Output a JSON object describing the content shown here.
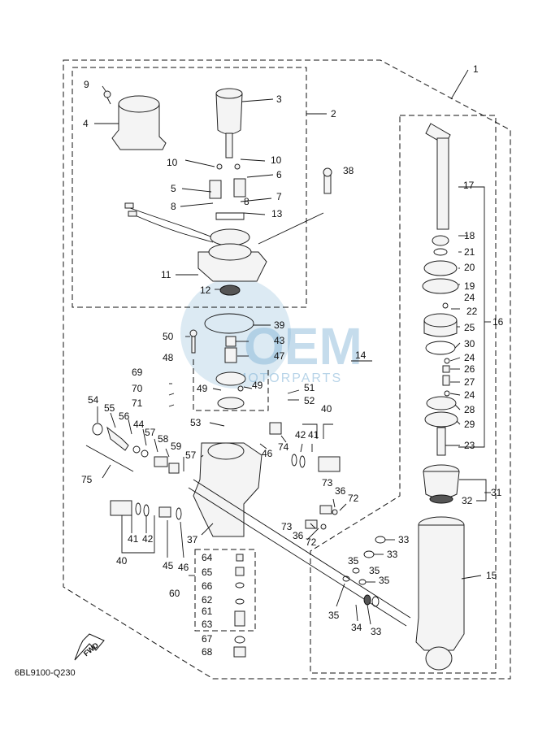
{
  "diagram": {
    "code": "6BL9100-Q230",
    "direction_label": "FWD",
    "watermark": {
      "main": "OEM",
      "sub": "MOTORPARTS"
    },
    "labels": {
      "l1": "1",
      "l2": "2",
      "l3": "3",
      "l4": "4",
      "l5": "5",
      "l6": "6",
      "l7": "7",
      "l8a": "8",
      "l8b": "8",
      "l9": "9",
      "l10a": "10",
      "l10b": "10",
      "l11": "11",
      "l12": "12",
      "l13": "13",
      "l14": "14",
      "l15": "15",
      "l16": "16",
      "l17": "17",
      "l18": "18",
      "l19": "19",
      "l20": "20",
      "l21": "21",
      "l22": "22",
      "l23": "23",
      "l24a": "24",
      "l24b": "24",
      "l24c": "24",
      "l25": "25",
      "l26": "26",
      "l27": "27",
      "l28": "28",
      "l29": "29",
      "l30": "30",
      "l31": "31",
      "l32": "32",
      "l33a": "33",
      "l33b": "33",
      "l33c": "33",
      "l34": "34",
      "l35a": "35",
      "l35b": "35",
      "l35c": "35",
      "l35d": "35",
      "l36a": "36",
      "l36b": "36",
      "l37": "37",
      "l38": "38",
      "l39": "39",
      "l40a": "40",
      "l40b": "40",
      "l41a": "41",
      "l41b": "41",
      "l42a": "42",
      "l42b": "42",
      "l43": "43",
      "l44": "44",
      "l45": "45",
      "l46a": "46",
      "l46b": "46",
      "l47": "47",
      "l48": "48",
      "l49a": "49",
      "l49b": "49",
      "l50": "50",
      "l51": "51",
      "l52": "52",
      "l53": "53",
      "l54": "54",
      "l55": "55",
      "l56": "56",
      "l57a": "57",
      "l57b": "57",
      "l58": "58",
      "l59": "59",
      "l60": "60",
      "l61": "61",
      "l62": "62",
      "l63": "63",
      "l64": "64",
      "l65": "65",
      "l66": "66",
      "l67": "67",
      "l68": "68",
      "l69": "69",
      "l70": "70",
      "l71": "71",
      "l72a": "72",
      "l72b": "72",
      "l73a": "73",
      "l73b": "73",
      "l74": "74",
      "l75": "75"
    }
  }
}
